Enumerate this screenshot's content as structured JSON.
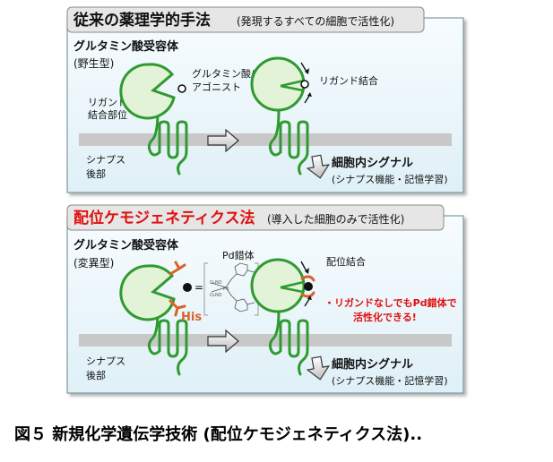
{
  "panel_top": {
    "header_title": "従来の薬理学的手法",
    "header_note": "(発現するすべての細胞で活性化)",
    "receptor_title": "グルタミン酸受容体",
    "receptor_type": "(野生型)",
    "site_label_line1": "リガンド",
    "site_label_line2": "結合部位",
    "ligand_label_line1": "グルタミン酸/",
    "ligand_label_line2": "アゴニスト",
    "binding_label": "リガンド結合",
    "membrane_label_line1": "シナプス",
    "membrane_label_line2": "後部",
    "signal_title": "細胞内シグナル",
    "signal_note": "(シナプス機能・記憶学習)"
  },
  "panel_bottom": {
    "header_title": "配位ケモジェネティクス法",
    "header_note": "(導入した細胞のみで活性化)",
    "receptor_title": "グルタミン酸受容体",
    "receptor_type": "(変異型)",
    "his_label": "His",
    "complex_label": "Pd錯体",
    "equals": "=",
    "binding_label": "配位結合",
    "highlight_line1": "・リガンドなしでもPd錯体で",
    "highlight_line2": "活性化できる!",
    "membrane_label_line1": "シナプス",
    "membrane_label_line2": "後部",
    "signal_title": "細胞内シグナル",
    "signal_note": "(シナプス機能・記憶学習)"
  },
  "caption": "図５ 新規化学遺伝学技術 (配位ケモジェネティクス法)..",
  "colors": {
    "receptor_green": "#2f9a2f",
    "receptor_fill": "#e2f3d8",
    "panel_fill": "#e9f6fb",
    "panel_border": "#7a8f96",
    "header_fill": "#e8e8e8",
    "membrane_gray": "#c9c9c9",
    "mutation_orange": "#d9622b",
    "highlight_red": "#e01010",
    "title_red": "#e01010"
  }
}
